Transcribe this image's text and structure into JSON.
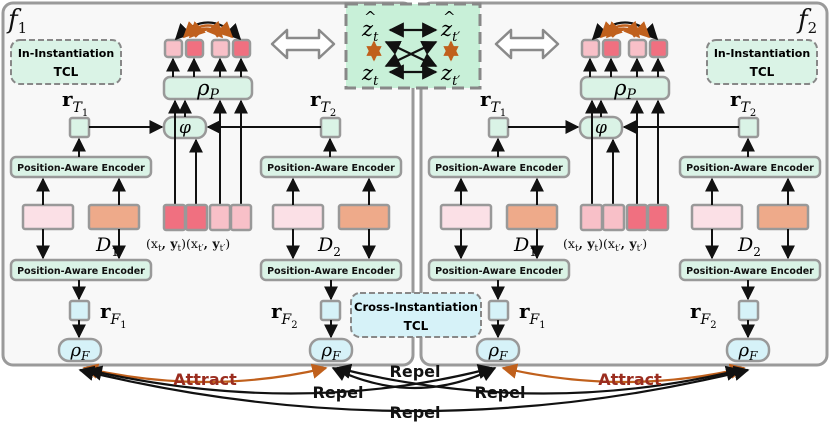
{
  "panels": {
    "left": {
      "name": "f",
      "sub": "1"
    },
    "right": {
      "name": "f",
      "sub": "2"
    }
  },
  "in_instantiation": {
    "line1": "In-Instantiation",
    "line2": "TCL"
  },
  "cross_instantiation": {
    "line1": "Cross-Instantiation",
    "line2": "TCL"
  },
  "encoder_label": "Position-Aware Encoder",
  "symbols": {
    "rho": "ρ",
    "P": "P",
    "F": "F",
    "phi": "φ",
    "r": "r",
    "T1": "T",
    "sub1": "1",
    "sub2": "2",
    "D": "D"
  },
  "inputs": {
    "t": "(x",
    "t_sub": "t",
    "y": ", y",
    "tp": ")(x",
    "tp_sub": "t′",
    "yp": ", y",
    "close": ")"
  },
  "center": {
    "z": "z",
    "t": "t",
    "tp": "t′",
    "hat": "^"
  },
  "relations": {
    "attract": "Attract",
    "repel": "Repel"
  },
  "colors": {
    "attract": "#9b2d1f",
    "attract_arrow": "#c0601c",
    "repel": "#111111",
    "panel_border": "#9a9a9a",
    "panel_fill": "#f8f8f8",
    "teal_fill": "#daf3e6",
    "pink_light": "#fbe0e6",
    "salmon": "#eeaa8a",
    "red_cell": "#f07080",
    "pink_cell": "#f8c0c8",
    "cyan_fill": "#d6f2f8"
  }
}
